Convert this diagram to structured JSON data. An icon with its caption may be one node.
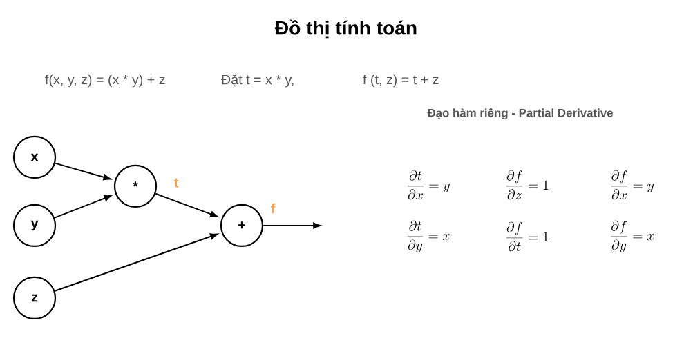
{
  "diagram": {
    "title": "Đồ thị tính toán",
    "nodes": [
      {
        "text": [
          "x"
        ]
      },
      {
        "text": [
          "y"
        ]
      },
      {
        "text": [
          "z"
        ]
      },
      {
        "text": [
          "*"
        ]
      },
      {
        "text": [
          "+"
        ]
      }
    ],
    "edges": [
      {
        "from": 0,
        "to": 3,
        "arrow": "to"
      },
      {
        "from": 1,
        "to": 3,
        "arrow": "to"
      },
      {
        "from": 3,
        "to": 4,
        "arrow": "to",
        "label": "t"
      },
      {
        "from": 2,
        "to": 4,
        "arrow": "to"
      },
      {
        "from": 4,
        "to": null,
        "arrow": "to",
        "label": "f"
      }
    ],
    "labels": [
      "f(x, y, z) = (x * y) + z",
      "Đặt t = x * y,",
      "f (t, z) = t + z",
      "Đạo hàm riêng - Partial Derivative",
      "\\frac{\\partial t}{\\partial x} = y",
      "\\frac{\\partial f}{\\partial z} = 1",
      "\\frac{\\partial f}{\\partial x} = y",
      "\\frac{\\partial t}{\\partial y} = x",
      "\\frac{\\partial f}{\\partial t} = 1",
      "\\frac{\\partial f}{\\partial y} = x"
    ]
  }
}
